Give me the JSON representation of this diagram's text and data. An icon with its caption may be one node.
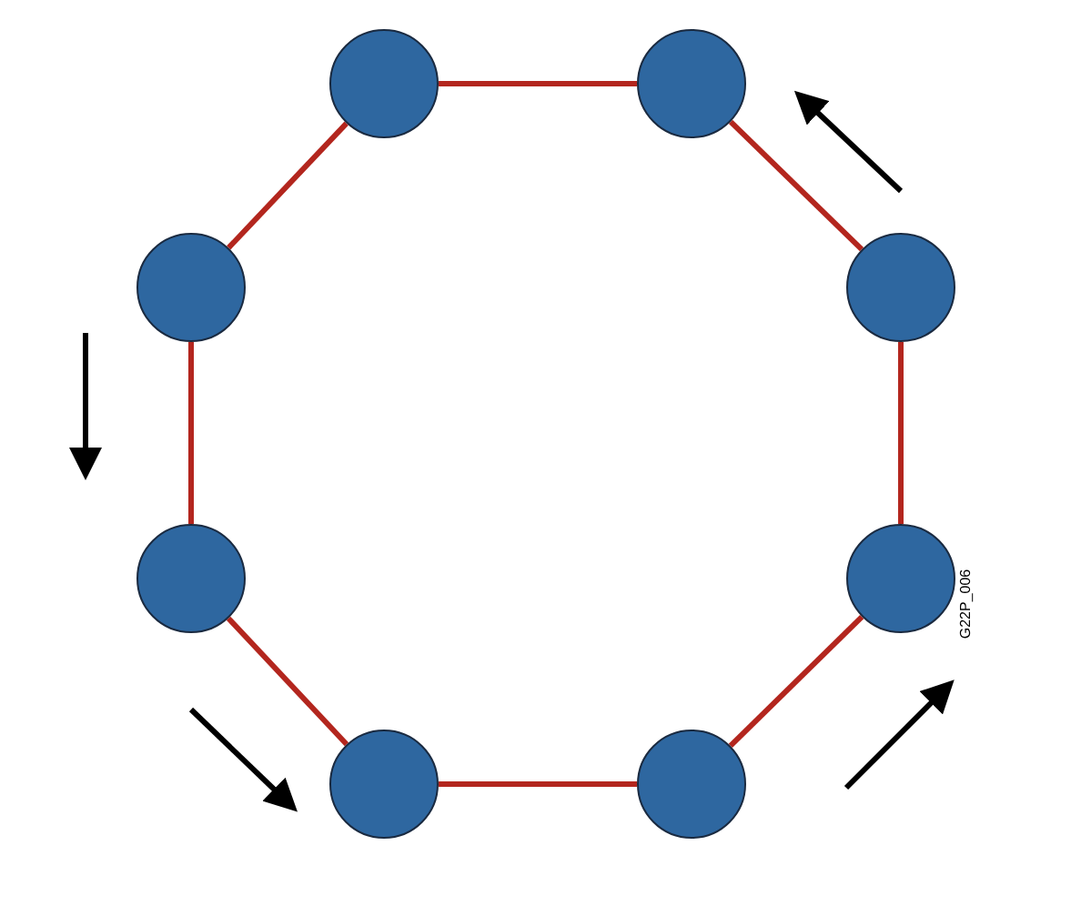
{
  "diagram": {
    "nodes": [
      {
        "text": [],
        "shape": "circle"
      },
      {
        "text": [],
        "shape": "circle"
      },
      {
        "text": [],
        "shape": "circle"
      },
      {
        "text": [],
        "shape": "circle"
      },
      {
        "text": [],
        "shape": "circle"
      },
      {
        "text": [],
        "shape": "circle"
      },
      {
        "text": [],
        "shape": "circle"
      },
      {
        "text": [],
        "shape": "circle"
      }
    ],
    "edges": [
      {
        "from": 0,
        "to": 1,
        "arrow": "none"
      },
      {
        "from": 1,
        "to": 3,
        "arrow": "none"
      },
      {
        "from": 3,
        "to": 5,
        "arrow": "none"
      },
      {
        "from": 5,
        "to": 7,
        "arrow": "none"
      },
      {
        "from": 7,
        "to": 6,
        "arrow": "none"
      },
      {
        "from": 6,
        "to": 4,
        "arrow": "none"
      },
      {
        "from": 4,
        "to": 2,
        "arrow": "none"
      },
      {
        "from": 2,
        "to": 0,
        "arrow": "none"
      }
    ],
    "labels": [
      "G22P_006"
    ]
  }
}
